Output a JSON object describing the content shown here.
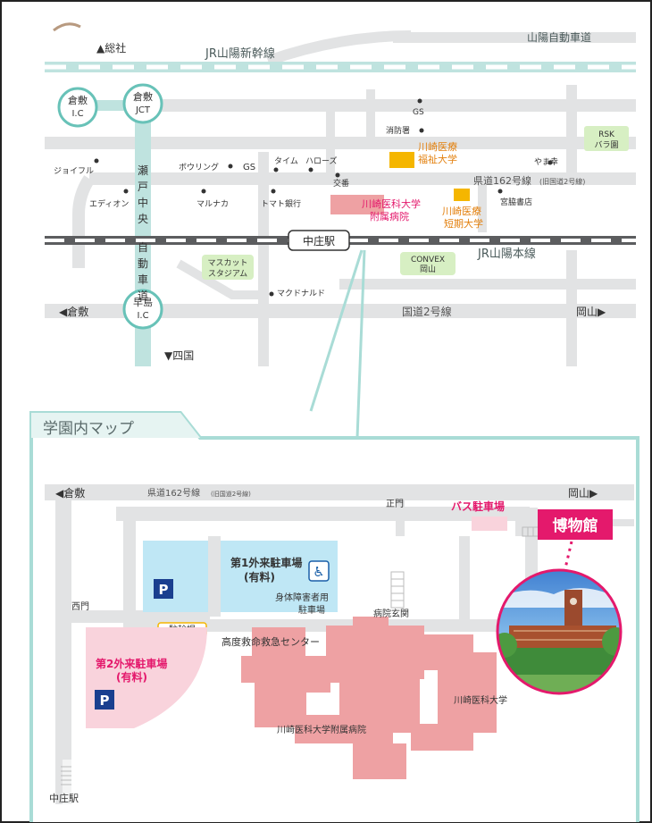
{
  "colors": {
    "road": "#e2e3e4",
    "rail": "#5c5d5f",
    "shinkansen": "#bfe3df",
    "teal": "#68c2b8",
    "hospital": "#eea1a3",
    "campus_frame": "#a9dcd6",
    "parking_blue": "#bfe7f5",
    "parking_pink": "#f9d3dc",
    "museum": "#e4196c",
    "orange": "#e3800e",
    "yellow": "#f5b600",
    "green_label": "#d7efc3"
  },
  "top_map": {
    "title_souja": "▲総社",
    "shinkansen": "JR山陽新幹線",
    "expressway": "山陽自動車道",
    "ic_kurashiki": [
      "倉敷",
      "I.C"
    ],
    "jct_kurashiki": [
      "倉敷",
      "JCT"
    ],
    "ic_hayashima": [
      "早島",
      "I.C"
    ],
    "seto_chuo_chars": [
      "瀬",
      "戸",
      "中",
      "央",
      "自",
      "動",
      "車",
      "道"
    ],
    "gs1": "GS",
    "fire_station": "消防署",
    "fukushi_univ": [
      "川崎医療",
      "福祉大学"
    ],
    "rsk": [
      "RSK",
      "バラ園"
    ],
    "joyful": "ジョイフル",
    "bowling": "ボウリング",
    "gs2": "GS",
    "time": "タイム",
    "harose": "ハローズ",
    "koban": "交番",
    "yamasachi": "やま幸",
    "route162": "県道162号線",
    "route162_note": "(旧国道2号線)",
    "edion": "エディオン",
    "marunaka": "マルナカ",
    "tomato": "トマト銀行",
    "hospital_top": [
      "川崎医科大学",
      "附属病院"
    ],
    "tanki": [
      "川崎医療",
      "短期大学"
    ],
    "miyawaki": "宮脇書店",
    "station": "中庄駅",
    "sanyo_line": "JR山陽本線",
    "mascut": [
      "マスカット",
      "スタジアム"
    ],
    "convex": [
      "CONVEX",
      "岡山"
    ],
    "mcdonalds": "マクドナルド",
    "kurashiki_left": "◀倉敷",
    "route2": "国道2号線",
    "okayama_right": "岡山▶",
    "shikoku": "▼四国"
  },
  "campus": {
    "tab_title": "学園内マップ",
    "kurashiki": "◀倉敷",
    "route162": "県道162号線",
    "route162_note": "(旧国道2号線)",
    "okayama": "岡山▶",
    "main_gate": "正門",
    "bus_parking": "バス駐車場",
    "museum": "博物館",
    "parking1": [
      "第1外来駐車場",
      "(有料)"
    ],
    "disabled_parking": [
      "身体障害者用",
      "駐車場"
    ],
    "west_gate": "西門",
    "bike_parking": "駐輪場",
    "hospital_entrance": "病院玄関",
    "parking2": [
      "第2外来駐車場",
      "(有料)"
    ],
    "emergency": "高度救命救急センター",
    "univ": "川崎医科大学",
    "hospital": "川崎医科大学附属病院",
    "station": "中庄駅",
    "p_symbol": "P"
  }
}
